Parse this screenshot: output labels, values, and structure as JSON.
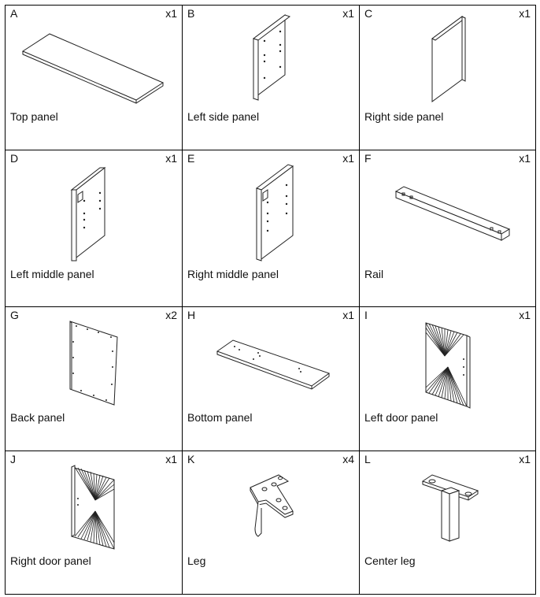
{
  "parts": [
    {
      "letter": "A",
      "qty": "x1",
      "name": "Top panel",
      "icon": "top-panel-drawing"
    },
    {
      "letter": "B",
      "qty": "x1",
      "name": "Left side panel",
      "icon": "left-side-panel-drawing"
    },
    {
      "letter": "C",
      "qty": "x1",
      "name": "Right side panel",
      "icon": "right-side-panel-drawing"
    },
    {
      "letter": "D",
      "qty": "x1",
      "name": "Left middle panel",
      "icon": "left-middle-panel-drawing"
    },
    {
      "letter": "E",
      "qty": "x1",
      "name": "Right middle panel",
      "icon": "right-middle-panel-drawing"
    },
    {
      "letter": "F",
      "qty": "x1",
      "name": "Rail",
      "icon": "rail-drawing"
    },
    {
      "letter": "G",
      "qty": "x2",
      "name": "Back panel",
      "icon": "back-panel-drawing"
    },
    {
      "letter": "H",
      "qty": "x1",
      "name": "Bottom panel",
      "icon": "bottom-panel-drawing"
    },
    {
      "letter": "I",
      "qty": "x1",
      "name": "Left door panel",
      "icon": "left-door-panel-drawing"
    },
    {
      "letter": "J",
      "qty": "x1",
      "name": "Right door panel",
      "icon": "right-door-panel-drawing"
    },
    {
      "letter": "K",
      "qty": "x4",
      "name": "Leg",
      "icon": "leg-drawing"
    },
    {
      "letter": "L",
      "qty": "x1",
      "name": "Center leg",
      "icon": "center-leg-drawing"
    }
  ]
}
